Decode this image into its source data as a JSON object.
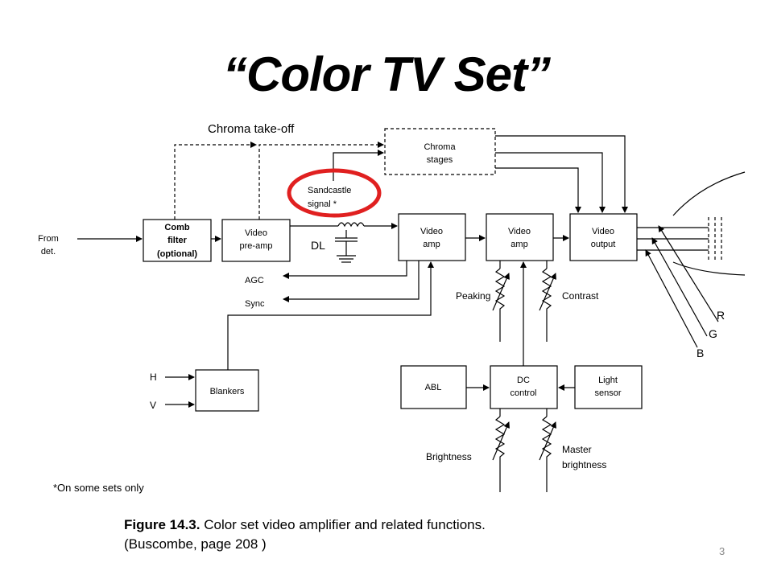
{
  "title": "“Color TV Set”",
  "labels": {
    "chroma_takeoff": "Chroma take-off",
    "from_det_1": "From",
    "from_det_2": "det.",
    "comb_1": "Comb",
    "comb_2": "filter",
    "comb_3": "(optional)",
    "preamp_1": "Video",
    "preamp_2": "pre-amp",
    "chroma_1": "Chroma",
    "chroma_2": "stages",
    "sandcastle_1": "Sandcastle",
    "sandcastle_2": "signal *",
    "dl": "DL",
    "vamp1_1": "Video",
    "vamp1_2": "amp",
    "vamp2_1": "Video",
    "vamp2_2": "amp",
    "vout_1": "Video",
    "vout_2": "output",
    "agc": "AGC",
    "sync": "Sync",
    "peaking": "Peaking",
    "contrast": "Contrast",
    "r": "R",
    "g": "G",
    "b": "B",
    "h": "H",
    "v": "V",
    "blankers": "Blankers",
    "abl": "ABL",
    "dc_1": "DC",
    "dc_2": "control",
    "light_1": "Light",
    "light_2": "sensor",
    "brightness": "Brightness",
    "master_1": "Master",
    "master_2": "brightness"
  },
  "footnote": "*On some sets only",
  "caption": {
    "figure": "Figure 14.3.",
    "text": " Color set video amplifier and related functions.",
    "line2": "(Buscombe, page 208 )"
  },
  "page_number": "3",
  "colors": {
    "highlight": "#e02020"
  }
}
